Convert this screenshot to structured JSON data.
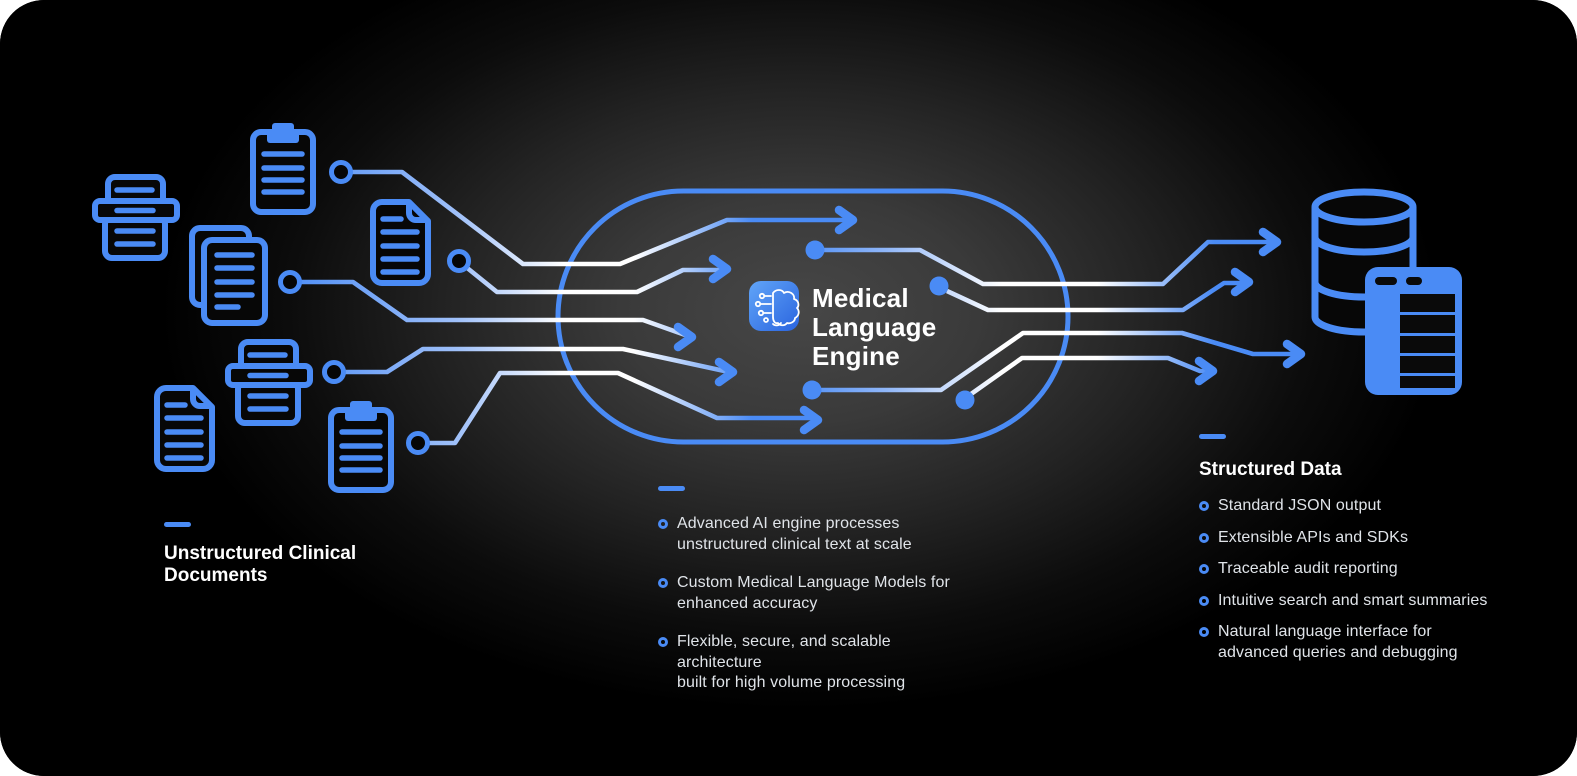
{
  "colors": {
    "accent": "#4a8bf5",
    "background": "#000000",
    "text_primary": "#ffffff",
    "text_secondary": "#e0e4e9"
  },
  "engine": {
    "icon": "brain-circuit-icon",
    "title": "Medical\nLanguage\nEngine"
  },
  "left_panel": {
    "label": "Unstructured Clinical\nDocuments",
    "icons": [
      "printer-icon",
      "clipboard-icon",
      "document-stack-icon",
      "document-icon",
      "document-icon",
      "printer-icon",
      "clipboard-icon"
    ]
  },
  "center_panel": {
    "items": [
      {
        "text": "Advanced AI engine processes\nunstructured clinical text at scale"
      },
      {
        "text": "Custom Medical Language Models for\nenhanced accuracy"
      },
      {
        "text": "Flexible, secure, and scalable architecture\nbuilt for high volume processing"
      }
    ]
  },
  "right_panel": {
    "heading": "Structured Data",
    "icons": [
      "database-icon",
      "table-icon"
    ],
    "items": [
      {
        "text": "Standard JSON output"
      },
      {
        "text": "Extensible APIs and SDKs"
      },
      {
        "text": "Traceable audit reporting"
      },
      {
        "text": "Intuitive search and smart summaries"
      },
      {
        "text": "Natural language interface for\nadvanced queries and debugging"
      }
    ]
  }
}
